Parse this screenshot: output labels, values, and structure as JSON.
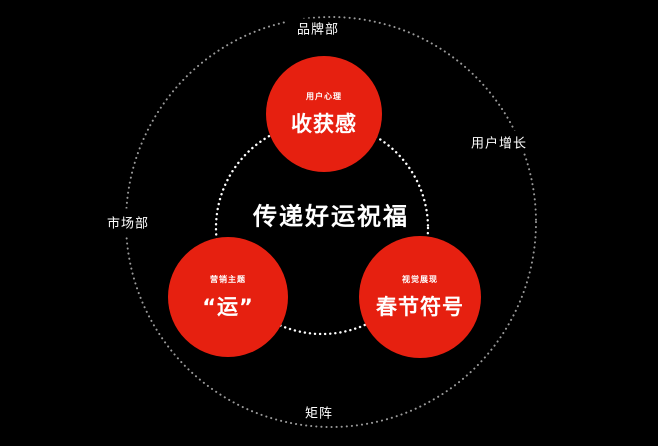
{
  "colors": {
    "background": "#000000",
    "node": "#e62010",
    "text": "#ffffff",
    "ring": "#9a9a9a",
    "inner_ring": "#ffffff"
  },
  "center": {
    "title": "传递好运祝福"
  },
  "outer_labels": {
    "top": "品牌部",
    "right": "用户增长",
    "left": "市场部",
    "bottom": "矩阵"
  },
  "nodes": {
    "top": {
      "sub": "用户心理",
      "main": "收获感"
    },
    "left": {
      "sub": "营销主题",
      "main": "“运”"
    },
    "right": {
      "sub": "视觉展现",
      "main": "春节符号"
    }
  }
}
